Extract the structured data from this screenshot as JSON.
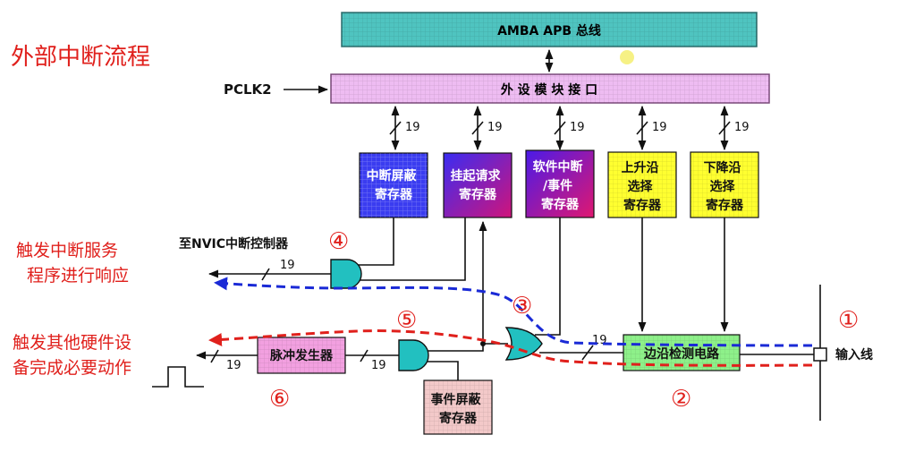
{
  "title": "外部中断流程",
  "blocks": {
    "amba_bus": "AMBA APB 总线",
    "peripheral_interface": "外 设 模 块 接 口",
    "pclk2": "PCLK2",
    "interrupt_mask_register": [
      "中断屏蔽",
      "寄存器"
    ],
    "pending_register": [
      "挂起请求",
      "寄存器"
    ],
    "software_interrupt_register": [
      "软件中断",
      "/事件",
      "寄存器"
    ],
    "rising_edge_register": [
      "上升沿",
      "选择",
      "寄存器"
    ],
    "falling_edge_register": [
      "下降沿",
      "选择",
      "寄存器"
    ],
    "edge_detect_circuit": "边沿检测电路",
    "pulse_generator": "脉冲发生器",
    "event_mask_register": [
      "事件屏蔽",
      "寄存器"
    ]
  },
  "labels": {
    "to_nvic": "至NVIC中断控制器",
    "input_line": "输入线",
    "bus_width": "19"
  },
  "notes": {
    "trigger_isr": [
      "触发中断服务",
      "程序进行响应"
    ],
    "trigger_hw": [
      "触发其他硬件设",
      "备完成必要动作"
    ]
  },
  "steps": [
    "①",
    "②",
    "③",
    "④",
    "⑤",
    "⑥"
  ],
  "colors": {
    "bus_fill": "#4fc4c0",
    "interface_fill": "#eebcf2",
    "mask_fill": "#3a3cf0",
    "pending_fill": "#8a1ecc",
    "software_fill": "#9a14b4",
    "edge_select_fill": "#ffff30",
    "edge_detect_fill": "#8ef08a",
    "pulse_fill": "#f2a0e0",
    "event_mask_fill": "#f3c9c9",
    "gate_fill": "#22c0c0",
    "red_accent": "#e0201c",
    "blue_dash": "#1a2ad6",
    "red_dash": "#e0201c"
  }
}
